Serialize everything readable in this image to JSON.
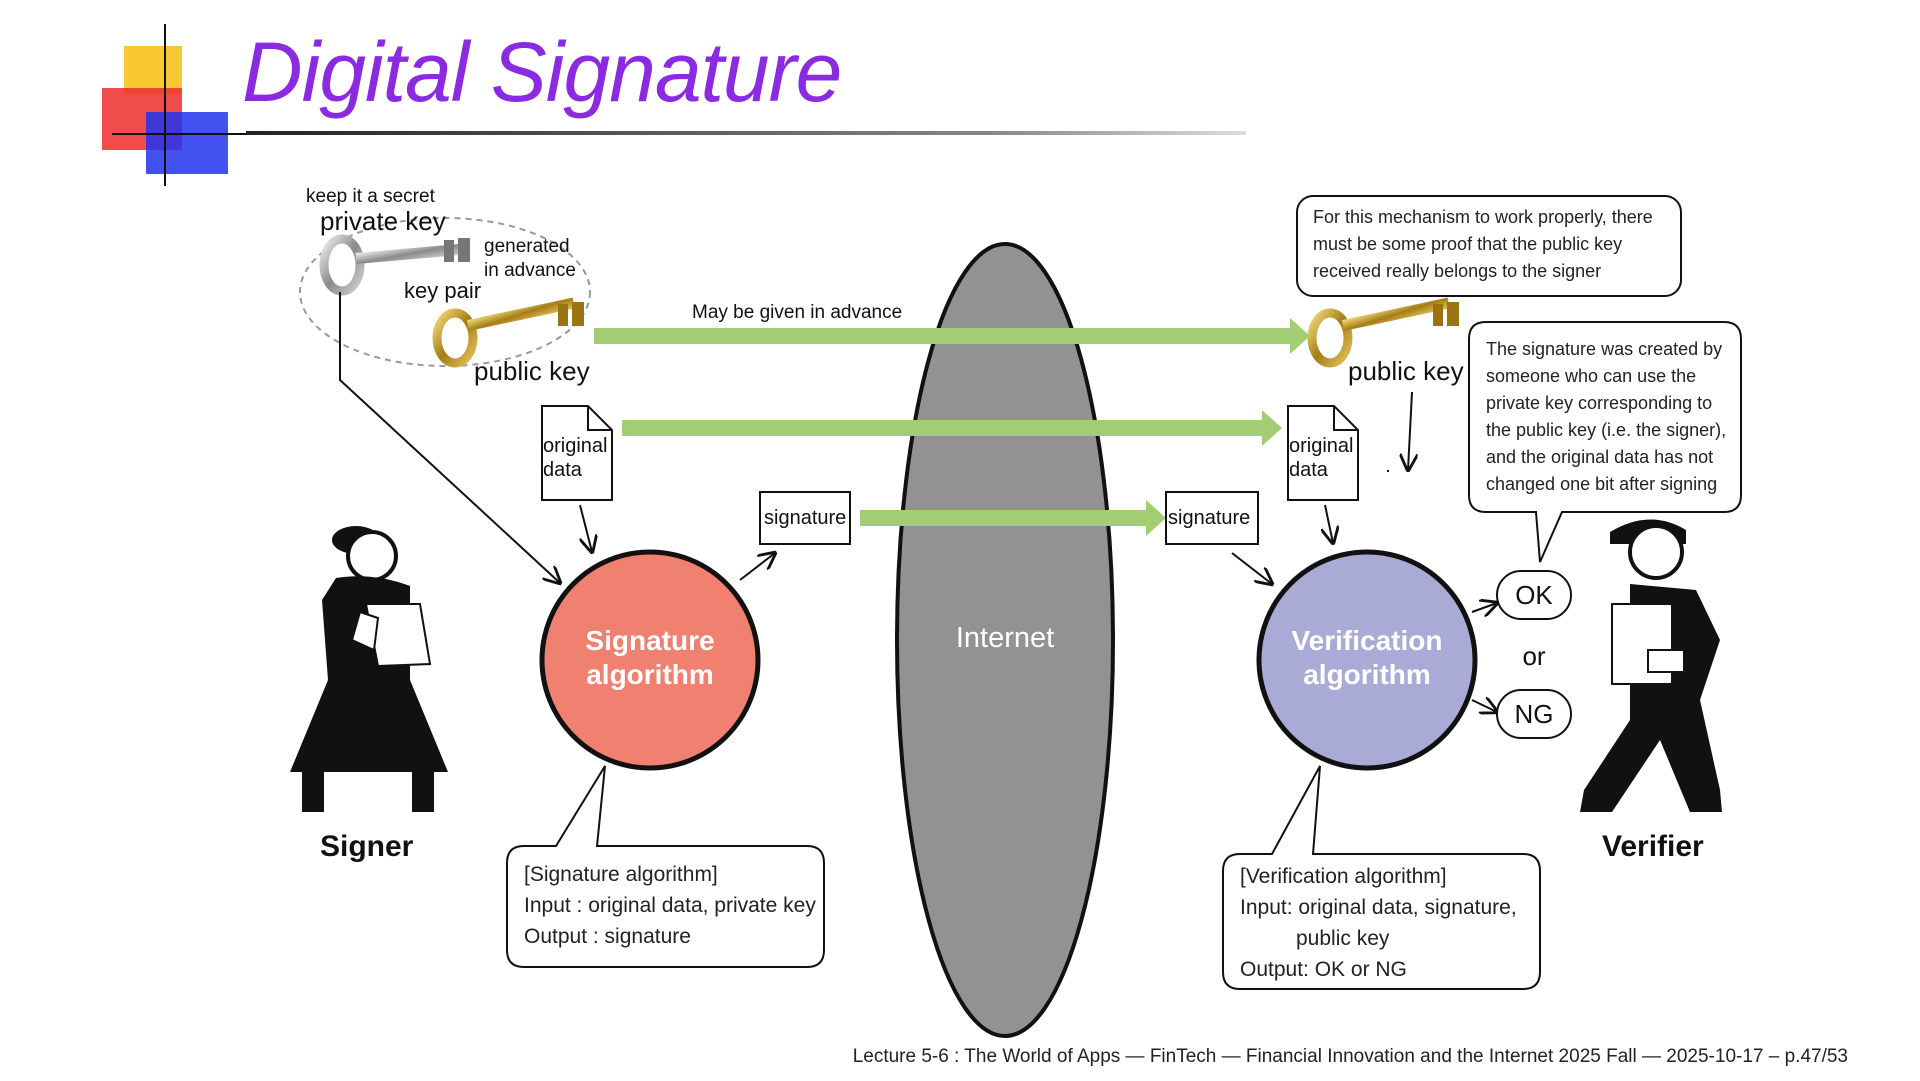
{
  "title": "Digital Signature",
  "keys": {
    "secret_note": "keep it a secret",
    "private_key": "private key",
    "generated": "generated",
    "in_advance": "in advance",
    "key_pair": "key pair",
    "public_key": "public key",
    "public_key_verifier": "public key"
  },
  "flow": {
    "given_in_advance": "May be given in advance",
    "original_data_line1": "original",
    "original_data_line2": "data",
    "signature": "signature",
    "internet": "Internet",
    "ok": "OK",
    "or": "or",
    "ng": "NG"
  },
  "signature_algorithm": {
    "line1": "Signature",
    "line2": "algorithm",
    "color": "#f08070",
    "box": [
      "[Signature algorithm]",
      "Input : original data, private key",
      "Output : signature"
    ]
  },
  "verification_algorithm": {
    "line1": "Verification",
    "line2": "algorithm",
    "color": "#aaaad6",
    "box": [
      "[Verification algorithm]",
      "Input: original data, signature,",
      "public key",
      "Output: OK or NG"
    ]
  },
  "notes": {
    "proof_note": [
      "For this mechanism to work properly, there",
      "must be some proof that the public key",
      "received really belongs to the signer"
    ],
    "result_note": [
      "The signature was created by",
      "someone who can use the",
      "private key corresponding to",
      "the public key (i.e. the signer),",
      "and the original data has not",
      "changed one bit after signing"
    ]
  },
  "people": {
    "signer": "Signer",
    "verifier": "Verifier"
  },
  "colors": {
    "arrow_green": "#a3cd72",
    "title": "#8a2be2",
    "internet": "#929292"
  },
  "footer": "Lecture 5-6 : The World of Apps — FinTech — Financial Innovation and the Internet 2025 Fall — 2025-10-17 – p.47/53"
}
